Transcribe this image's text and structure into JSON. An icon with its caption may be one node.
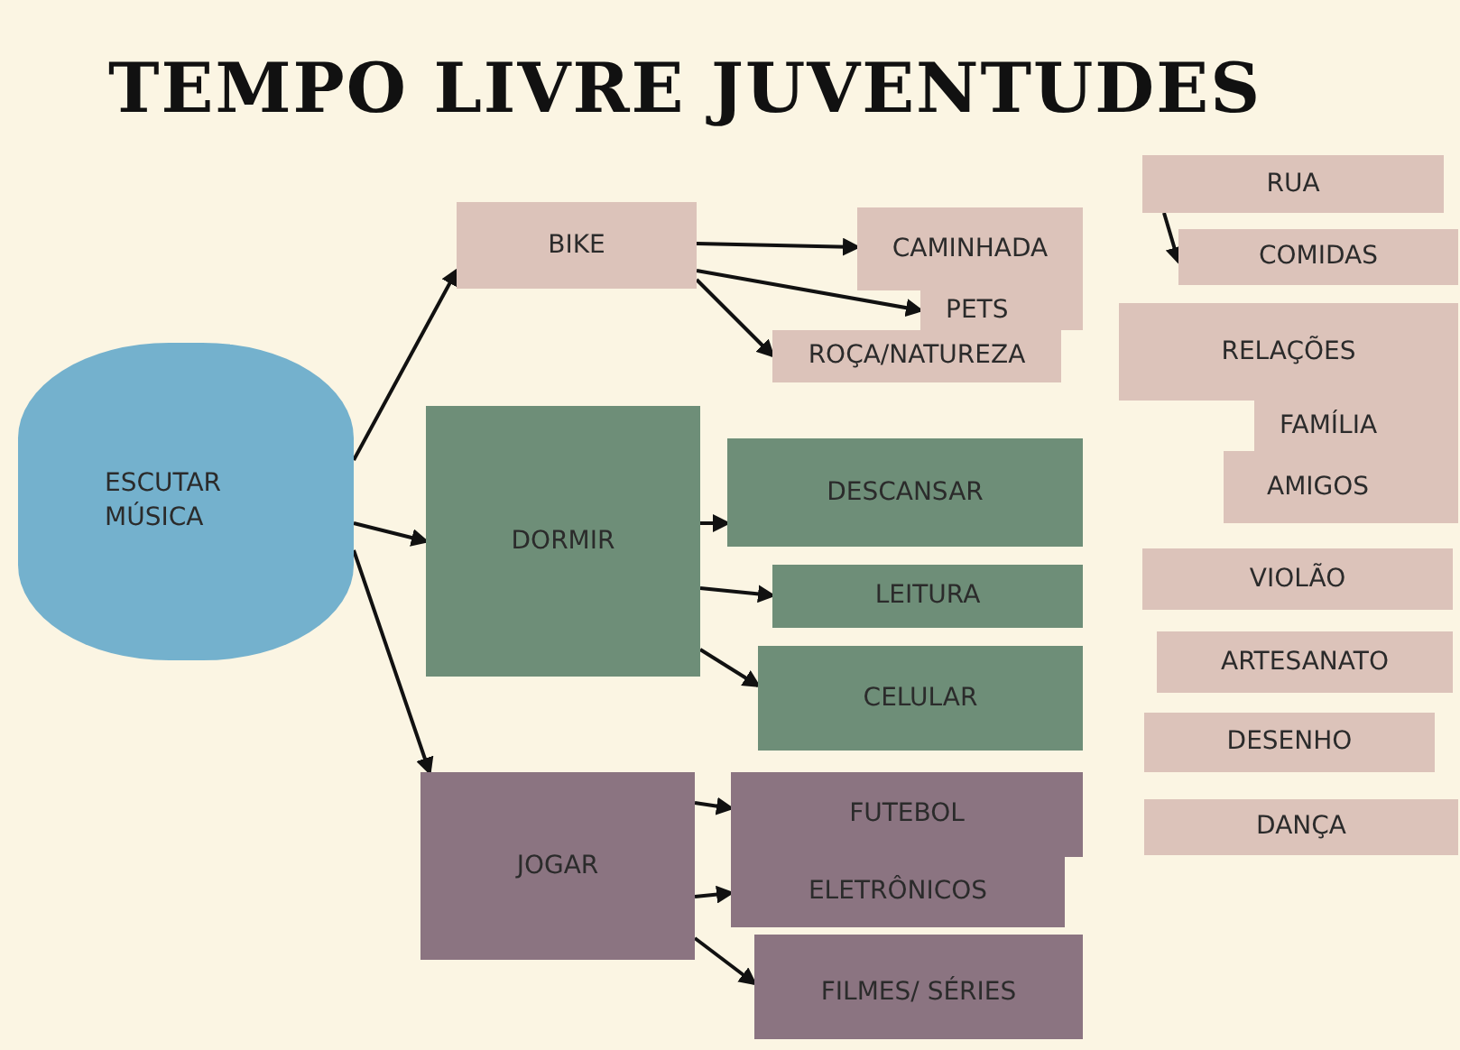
{
  "diagram": {
    "title": "TEMPO LIVRE JUVENTUDES",
    "nodes": [
      {
        "text": [
          "ESCUTAR MÚSICA"
        ]
      },
      {
        "text": [
          "BIKE"
        ]
      },
      {
        "text": [
          "CAMINHADA"
        ]
      },
      {
        "text": [
          "PETS"
        ]
      },
      {
        "text": [
          "ROÇA/NATUREZA"
        ]
      },
      {
        "text": [
          "DORMIR"
        ]
      },
      {
        "text": [
          "DESCANSAR"
        ]
      },
      {
        "text": [
          "LEITURA"
        ]
      },
      {
        "text": [
          "CELULAR"
        ]
      },
      {
        "text": [
          "JOGAR"
        ]
      },
      {
        "text": [
          "FUTEBOL"
        ]
      },
      {
        "text": [
          "ELETRÔNICOS"
        ]
      },
      {
        "text": [
          "FILMES/ SÉRIES"
        ]
      },
      {
        "text": [
          "RUA"
        ]
      },
      {
        "text": [
          "COMIDAS"
        ]
      },
      {
        "text": [
          "RELAÇÕES"
        ]
      },
      {
        "text": [
          "FAMÍLIA"
        ]
      },
      {
        "text": [
          "AMIGOS"
        ]
      },
      {
        "text": [
          "VIOLÃO"
        ]
      },
      {
        "text": [
          "ARTESANATO"
        ]
      },
      {
        "text": [
          "DESENHO"
        ]
      },
      {
        "text": [
          "DANÇA"
        ]
      }
    ],
    "edges": [
      {
        "from": 0,
        "to": 1,
        "arrow": "to"
      },
      {
        "from": 0,
        "to": 5,
        "arrow": "to"
      },
      {
        "from": 0,
        "to": 9,
        "arrow": "to"
      },
      {
        "from": 1,
        "to": 2,
        "arrow": "to"
      },
      {
        "from": 1,
        "to": 3,
        "arrow": "to"
      },
      {
        "from": 1,
        "to": 4,
        "arrow": "to"
      },
      {
        "from": 5,
        "to": 6,
        "arrow": "to"
      },
      {
        "from": 5,
        "to": 7,
        "arrow": "to"
      },
      {
        "from": 5,
        "to": 8,
        "arrow": "to"
      },
      {
        "from": 9,
        "to": 10,
        "arrow": "to"
      },
      {
        "from": 9,
        "to": 11,
        "arrow": "to"
      },
      {
        "from": 9,
        "to": 12,
        "arrow": "to"
      },
      {
        "from": 13,
        "to": 14,
        "arrow": "to"
      }
    ]
  }
}
